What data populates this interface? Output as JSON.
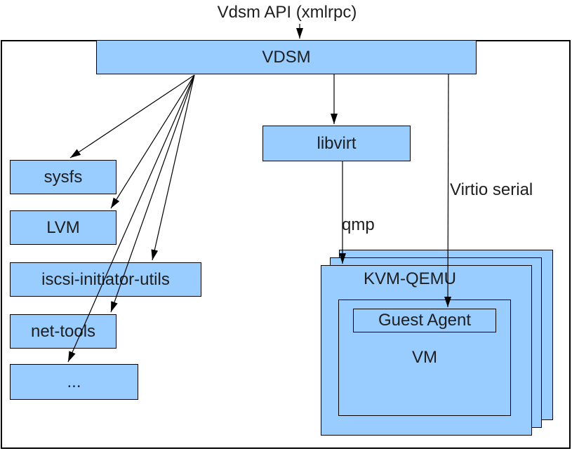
{
  "title": "Vdsm API (xmlrpc)",
  "colors": {
    "background": "#ffffff",
    "box_fill": "#99ccff",
    "box_border": "#000000",
    "text": "#1e1e1e",
    "line": "#000000"
  },
  "nodes": {
    "vdsm": {
      "label": "VDSM"
    },
    "sysfs": {
      "label": "sysfs"
    },
    "lvm": {
      "label": "LVM"
    },
    "iscsi": {
      "label": "iscsi-initiator-utils"
    },
    "net_tools": {
      "label": "net-tools"
    },
    "more": {
      "label": "..."
    },
    "libvirt": {
      "label": "libvirt"
    },
    "kvm_qemu": {
      "label": "KVM-QEMU"
    },
    "guest_agent": {
      "label": "Guest Agent"
    },
    "vm": {
      "label": "VM"
    }
  },
  "edge_labels": {
    "qmp": "qmp",
    "virtio_serial": "Virtio serial"
  }
}
